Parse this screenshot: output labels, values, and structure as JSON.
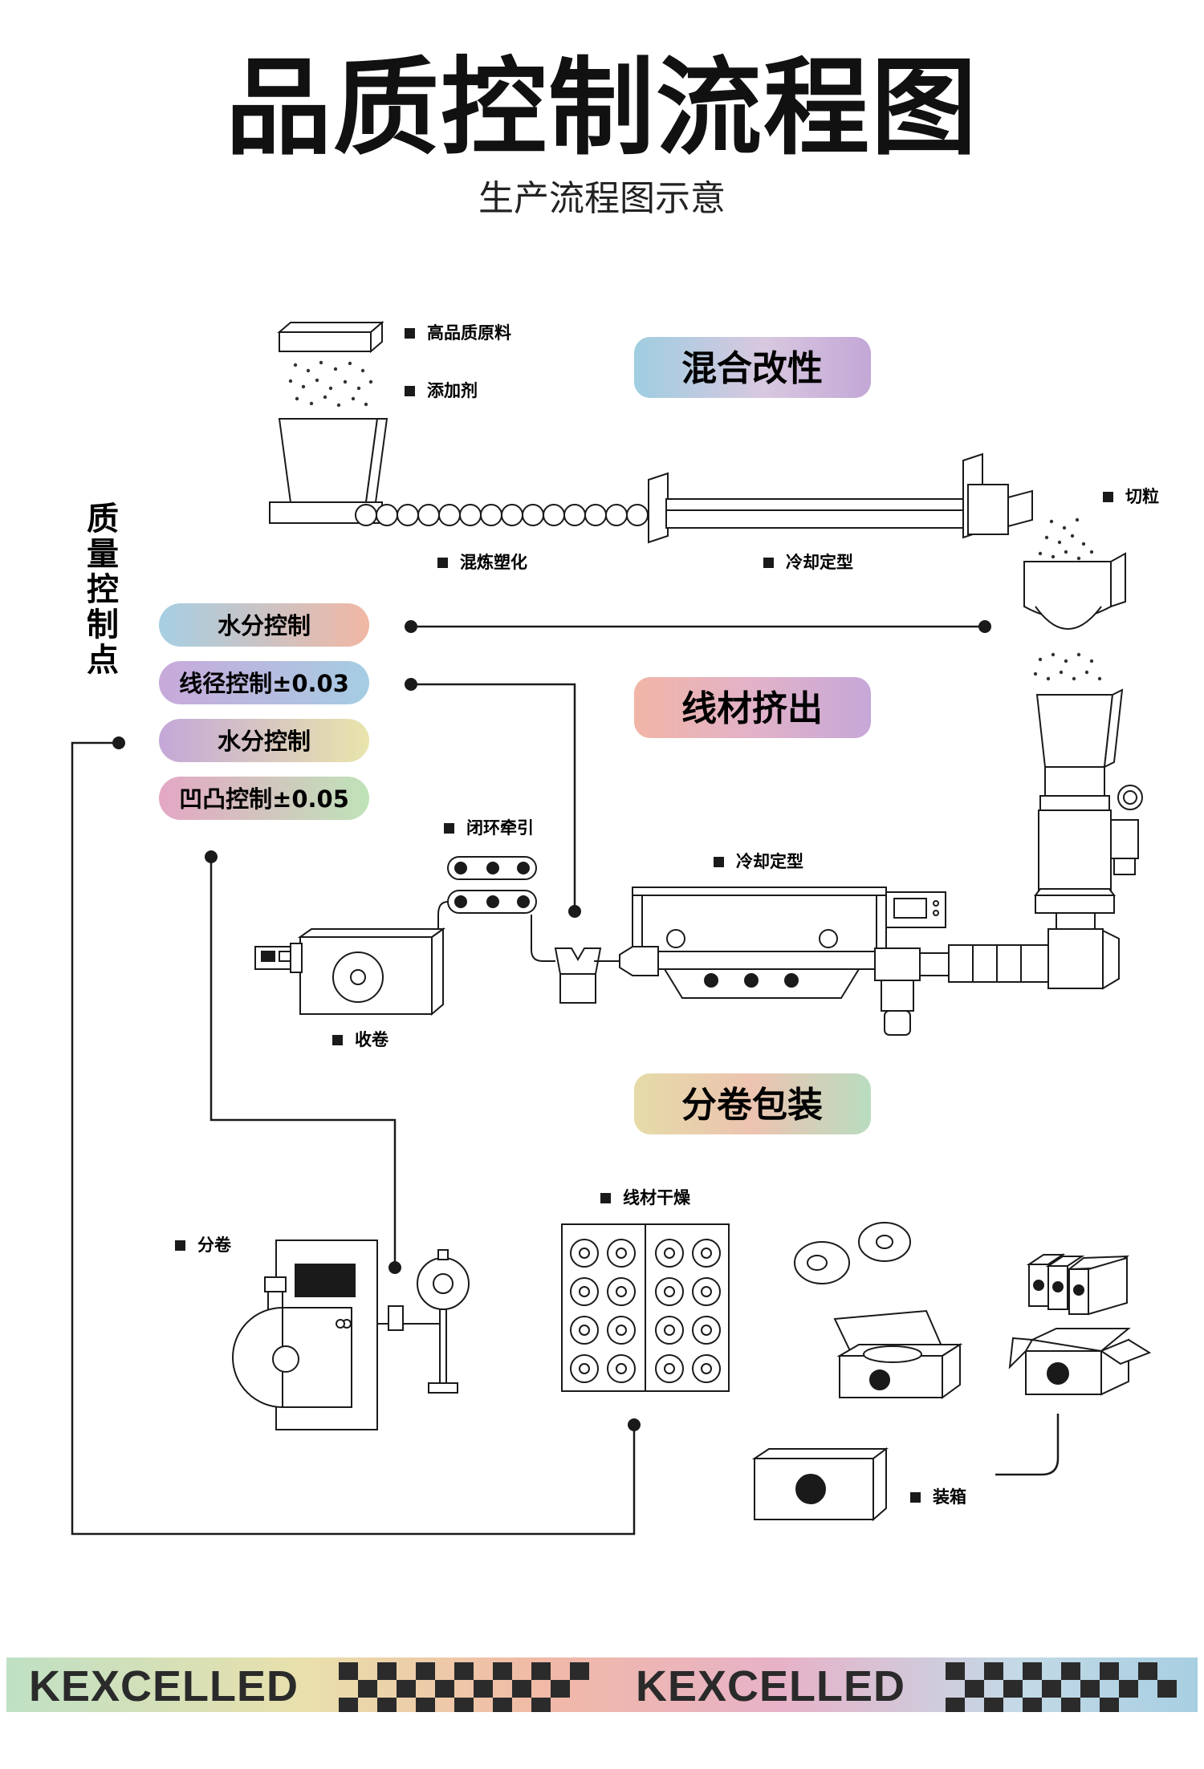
{
  "header": {
    "title": "品质控制流程图",
    "subtitle": "生产流程图示意"
  },
  "stages": {
    "mixing": "混合改性",
    "extrusion": "线材挤出",
    "packing": "分卷包装"
  },
  "quality_points": {
    "title_chars": [
      "质",
      "量",
      "控",
      "制",
      "点"
    ],
    "items": [
      "水分控制",
      "线径控制±0.03",
      "水分控制",
      "凹凸控制±0.05"
    ]
  },
  "labels": {
    "raw_material": "高品质原料",
    "additive": "添加剂",
    "mixing_plasticizing": "混炼塑化",
    "cooling_shaping_1": "冷却定型",
    "pelletizing": "切粒",
    "closed_loop_traction": "闭环牵引",
    "cooling_shaping_2": "冷却定型",
    "winding": "收卷",
    "spooling": "分卷",
    "filament_drying": "线材干燥",
    "boxing": "装箱"
  },
  "brand_banner": {
    "text_left": "KEXCELLED",
    "text_right": "KEXCELLED"
  },
  "colors": {
    "line": "#1a1a1a",
    "pill_blue": "#9fc6dd",
    "pill_peach": "#f0b7a3",
    "pill_lavender": "#c4a6d8",
    "pill_yellow": "#e6e2a8",
    "pill_green": "#bde3b8",
    "checker": "#2b2b2b"
  }
}
